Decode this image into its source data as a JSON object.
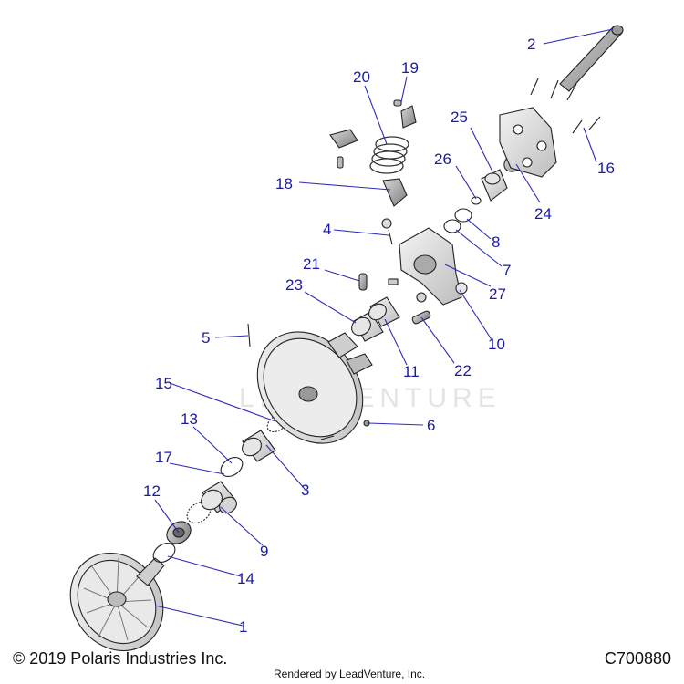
{
  "diagram": {
    "watermark": "LEADVENTURE",
    "callouts": [
      "1",
      "2",
      "3",
      "4",
      "5",
      "6",
      "7",
      "8",
      "9",
      "10",
      "11",
      "12",
      "13",
      "14",
      "15",
      "16",
      "17",
      "18",
      "19",
      "20",
      "21",
      "22",
      "23",
      "24",
      "25",
      "26",
      "27"
    ]
  },
  "footer": {
    "copyright": "© 2019 Polaris Industries Inc.",
    "rendered_by": "Rendered by LeadVenture, Inc.",
    "figure_id": "C700880"
  },
  "colors": {
    "callout_text": "#1a1aa6",
    "leader_line": "#2d2db8",
    "part_fill_light": "#ececec",
    "part_fill_mid": "#cfcfcf",
    "part_fill_dark": "#8a8a8a"
  }
}
